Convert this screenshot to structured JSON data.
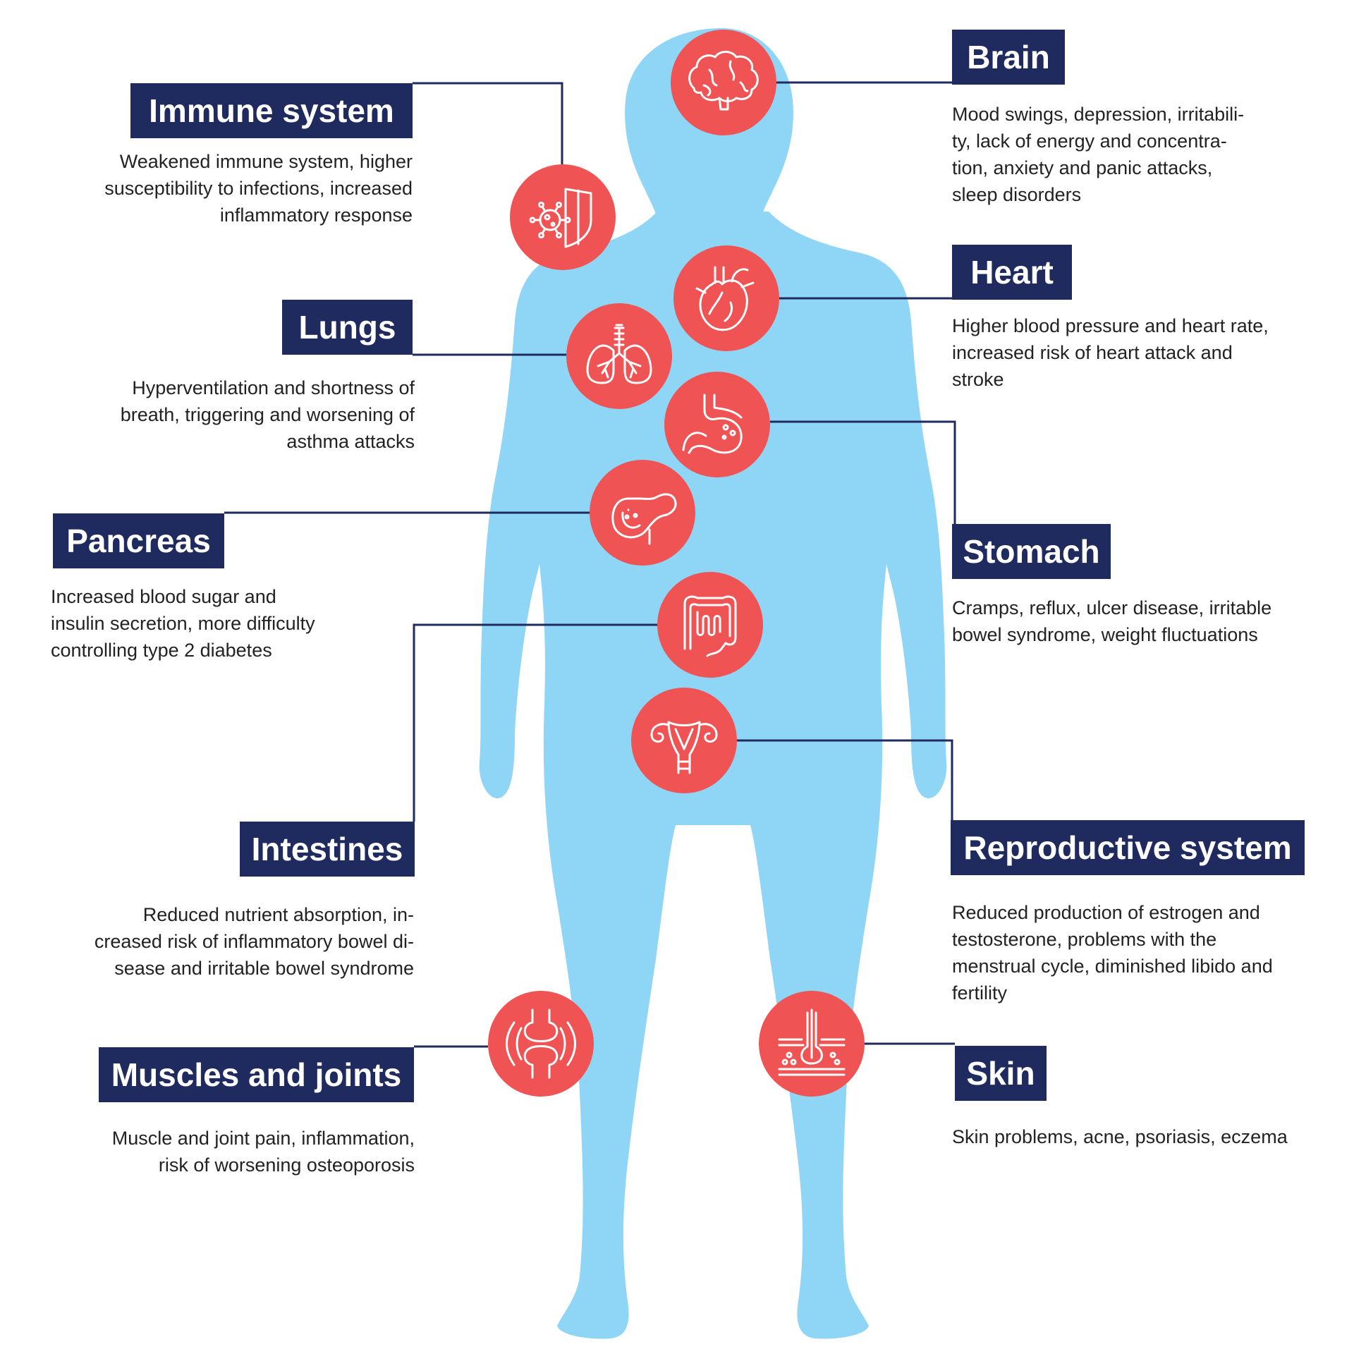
{
  "colors": {
    "body": "#8fd6f6",
    "icon_circle": "#ef5354",
    "box": "#1f2a5e",
    "line": "#1f2a5e",
    "text": "#222222"
  },
  "organs": [
    {
      "id": "immune",
      "title": "Immune system",
      "icon": "virus-shield-icon",
      "lines": [
        "Weakened immune system, higher",
        "susceptibility to infections, increased",
        "inflammatory response"
      ]
    },
    {
      "id": "brain",
      "title": "Brain",
      "icon": "brain-icon",
      "lines": [
        "Mood swings, depression, irritabili-",
        "ty, lack of energy and concentra-",
        "tion, anxiety and panic attacks,",
        "sleep disorders"
      ]
    },
    {
      "id": "heart",
      "title": "Heart",
      "icon": "heart-icon",
      "lines": [
        "Higher blood pressure and heart rate,",
        "increased risk of heart attack and",
        "stroke"
      ]
    },
    {
      "id": "lungs",
      "title": "Lungs",
      "icon": "lungs-icon",
      "lines": [
        "Hyperventilation and shortness of",
        "breath, triggering and worsening of",
        "asthma attacks"
      ]
    },
    {
      "id": "stomach",
      "title": "Stomach",
      "icon": "stomach-icon",
      "lines": [
        "Cramps, reflux, ulcer disease, irritable",
        "bowel syndrome, weight fluctuations"
      ]
    },
    {
      "id": "pancreas",
      "title": "Pancreas",
      "icon": "pancreas-icon",
      "lines": [
        "Increased blood sugar and",
        "insulin secretion, more difficulty",
        "controlling type 2 diabetes"
      ]
    },
    {
      "id": "intestines",
      "title": "Intestines",
      "icon": "intestines-icon",
      "lines": [
        "Reduced nutrient absorption, in-",
        "creased risk of inflammatory bowel di-",
        "sease and irritable bowel syndrome"
      ]
    },
    {
      "id": "reproductive",
      "title": "Reproductive system",
      "icon": "uterus-icon",
      "lines": [
        "Reduced production of estrogen and",
        "testosterone, problems with the",
        "menstrual cycle, diminished libido and",
        "fertility"
      ]
    },
    {
      "id": "muscles",
      "title": "Muscles and joints",
      "icon": "joint-icon",
      "lines": [
        "Muscle and joint pain, inflammation,",
        "risk of worsening osteoporosis"
      ]
    },
    {
      "id": "skin",
      "title": "Skin",
      "icon": "skin-hair-follicle-icon",
      "lines": [
        "Skin problems, acne, psoriasis, eczema"
      ]
    }
  ]
}
